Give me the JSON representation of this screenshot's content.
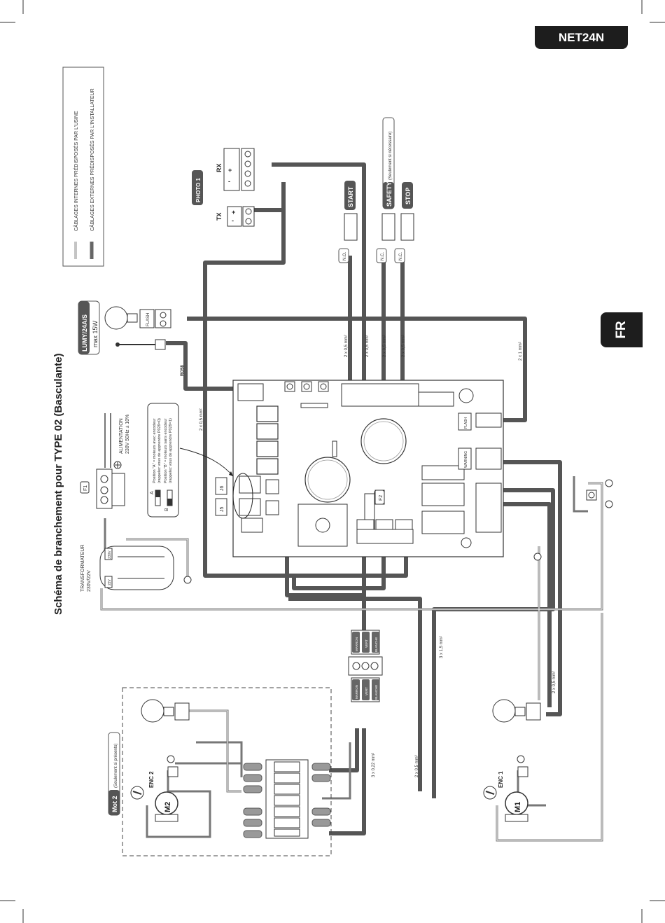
{
  "header": {
    "model": "NET24N",
    "language_tab": "FR"
  },
  "diagram": {
    "title": "Schéma de branchement pour TYPE 02 (Basculante)",
    "legend": {
      "factory": "CÂBLAGES INTERNES PRÉDISPOSÉS PAR L'USINE",
      "installer": "CÂBLAGES EXTERNES PRÉDISPOSÉS PAR L'INSTALLATEUR"
    },
    "devices": {
      "photo": "PHOTO 1",
      "tx": "TX",
      "rx": "RX",
      "start": "START",
      "safety": "SAFETY",
      "safety_note": "(Seulement si nécessaire)",
      "stop": "STOP",
      "lumy_model": "LUMY/24A/S",
      "lumy_power": "max 15W",
      "flash": "FLASH",
      "rg58": "RG58",
      "alimentation": "ALIMENTATION",
      "alim_spec": "230V 50Hz ± 10%",
      "transformer": "TRANSFORMATEUR",
      "transformer_spec": "230V/22V",
      "f1": "F1",
      "f2": "F2",
      "j5": "J5",
      "j6": "J6",
      "position_a": "Position \"A\" = moteurs avec encodeur",
      "position_a_note": "(rappelez vous de apprendre P029=0)",
      "position_b": "Position \"B\" = moteurs sans encodeur",
      "position_b_note": "(rappelez vous de apprendre P029=1)",
      "a": "A",
      "b": "B",
      "mot2": "Mot 2",
      "mot2_note": "(Seulement si présents)",
      "m1": "M1",
      "m2": "M2",
      "enc1": "ENC 1",
      "enc2": "ENC 2",
      "no": "N.O.",
      "nc": "N.C.",
      "warning": "WARNING",
      "v230": "230V",
      "v22": "22V"
    },
    "wires": {
      "w05": "2 x 0,5 mm²",
      "w1": "2 x 1 mm²",
      "w15": "3 x 1,5 mm²",
      "w022": "3 x 0,22 mm²"
    },
    "connector_colors": {
      "marron": "MARRON",
      "vert": "VERT",
      "blanche": "BLANCHE"
    }
  }
}
